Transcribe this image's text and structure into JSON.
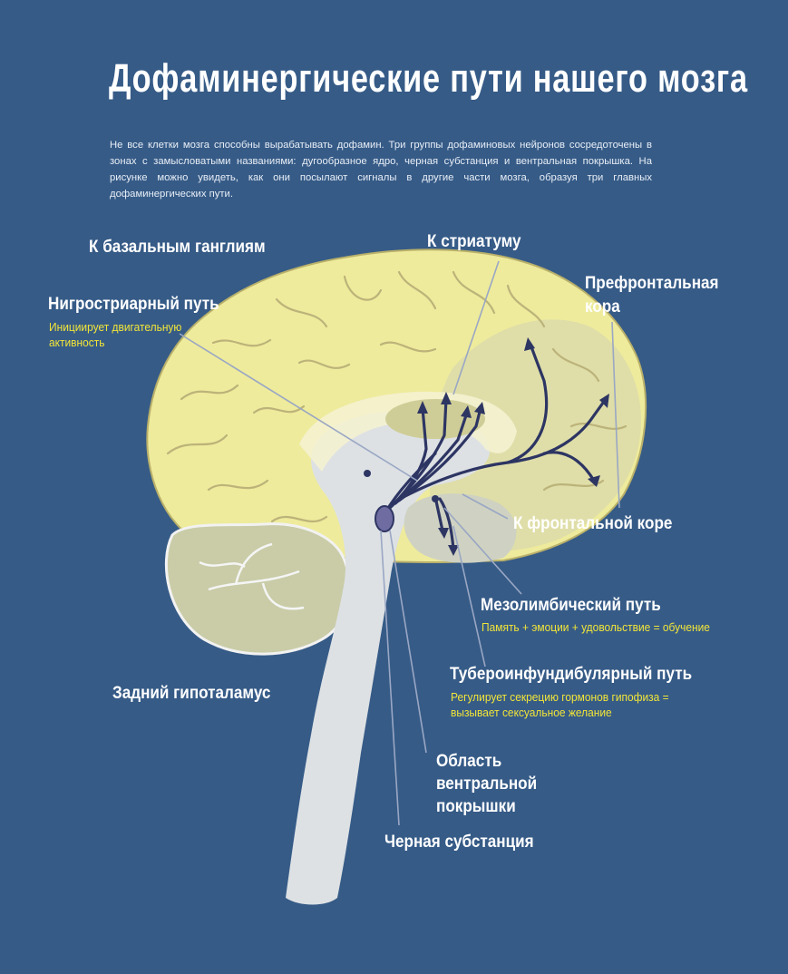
{
  "title": "Дофаминергические пути нашего мозга",
  "intro": "Не все клетки мозга способны вырабатывать дофамин. Три группы дофаминовых нейронов сосредоточены в зонах с замысловатыми названиями: дугообразное ядро, черная субстанция и вентральная покрышка. На рисунке можно увидеть, как они посылают сигналы в другие части мозга, образуя три главных дофаминергических пути.",
  "labels": {
    "basal_ganglia": "К базальным ганглиям",
    "striatum": "К стриатуму",
    "prefrontal": "Префронтальная кора",
    "nigrostriatal": "Нигростриарный путь",
    "nigrostriatal_desc": "Инициирует двигательную активность",
    "frontal_cortex": "К фронтальной коре",
    "mesolimbic": "Мезолимбический путь",
    "mesolimbic_desc": "Память + эмоции + удовольствие = обучение",
    "tubero": "Тубероинфундибулярный путь",
    "tubero_desc": "Регулирует секрецию гормонов гипофиза = вызывает сексуальное желание",
    "hypothalamus": "Задний гипоталамус",
    "vta": "Область вентральной покрышки",
    "substantia_nigra": "Черная субстанция"
  },
  "colors": {
    "background": "#365b87",
    "cortex": "#eeeb9c",
    "prefrontal_area": "#dcdcaa",
    "brainstem": "#dde1e4",
    "cerebellum": "#c9cca7",
    "pathway": "#2d3563",
    "leader_line": "#9aa7c4",
    "accent_text": "#f2e538"
  }
}
